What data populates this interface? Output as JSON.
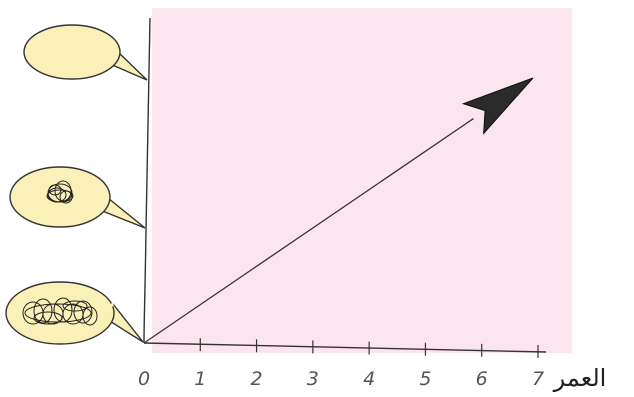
{
  "chart_data": {
    "type": "line",
    "x_axis": {
      "label": "العمر",
      "ticks": [
        "0",
        "1",
        "2",
        "3",
        "4",
        "5",
        "6",
        "7"
      ],
      "range": [
        0,
        7
      ]
    },
    "series": [
      {
        "x": [
          0,
          7
        ],
        "y": [
          0,
          1
        ],
        "style": "arrow"
      }
    ],
    "y_axis_markers": [
      {
        "level": "top",
        "bubble": "empty"
      },
      {
        "level": "middle",
        "bubble": "small-scribble"
      },
      {
        "level": "bottom",
        "bubble": "large-scribble"
      }
    ],
    "grid": false
  },
  "colors": {
    "plot_background": "#fbe6ef",
    "bubble_fill": "#faf1b8",
    "arrow_head": "#2b2b2b",
    "line": "#333333"
  }
}
